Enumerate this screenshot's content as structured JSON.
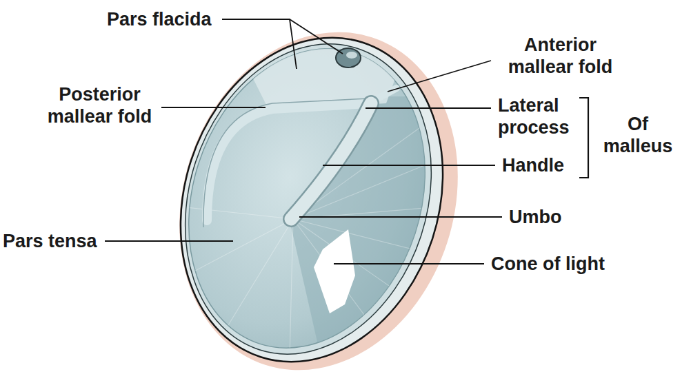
{
  "diagram": {
    "labels": [
      "Pars flacida",
      "Anterior mallear fold",
      "Posterior mallear fold",
      "Lateral process",
      "Of malleus",
      "Handle",
      "Umbo",
      "Pars tensa",
      "Cone of light"
    ]
  }
}
